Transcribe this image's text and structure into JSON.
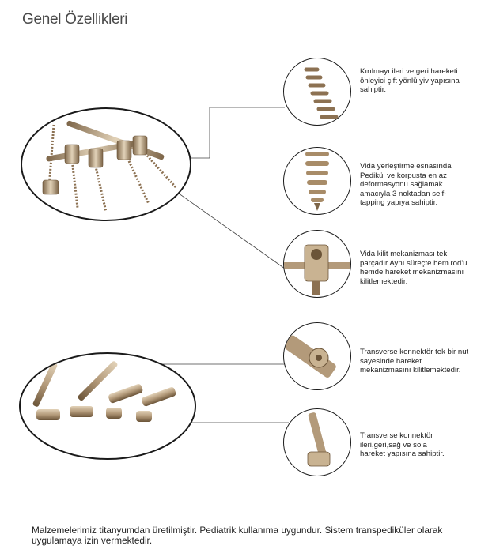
{
  "page": {
    "title": "Genel Özellikleri",
    "features": [
      {
        "text": "Kırılmayı ileri ve geri hareketi önleyici çift yönlü yiv yapısına sahiptir."
      },
      {
        "text": "Vida yerleştirme esnasında Pedikül ve korpusta en az deformasyonu sağlamak amacıyla 3 noktadan self-tapping yapıya sahiptir."
      },
      {
        "text": "Vida kilit mekanizması tek parçadır.Aynı süreçte hem rod'u hemde hareket mekanizmasını kilitlemektedir."
      },
      {
        "text": "Transverse konnektör tek bir nut sayesinde hareket mekanizmasını kilitlemektedir."
      },
      {
        "text": "Transverse konnektör ileri,geri,sağ ve sola hareket yapısına sahiptir."
      }
    ],
    "footer": "Malzemelerimiz titanyumdan üretilmiştir. Pediatrik kullanıma uygundur. Sistem transpediküler olarak uygulamaya izin vermektedir."
  },
  "colors": {
    "metal": "#b39a7a",
    "metal_dark": "#7d6548",
    "metal_light": "#e2d2b8",
    "outline": "#1a1a1a"
  }
}
